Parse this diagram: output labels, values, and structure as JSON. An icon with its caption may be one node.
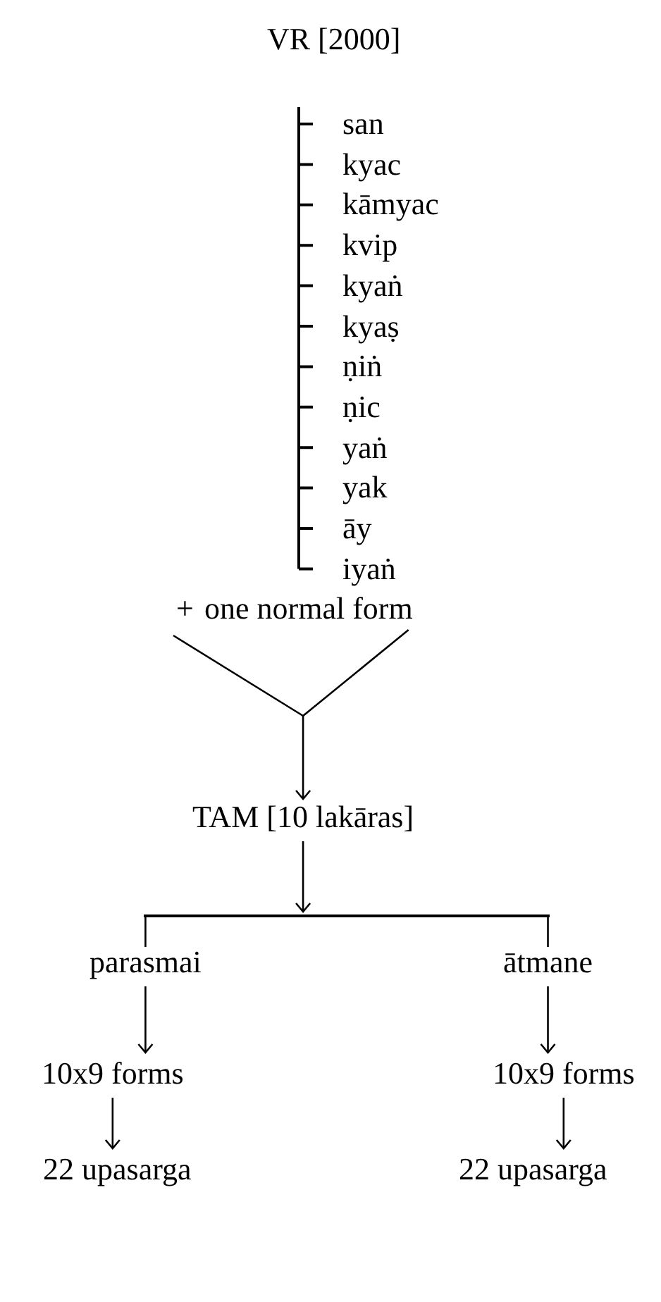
{
  "diagram": {
    "title": "VR [2000]",
    "nodes": [
      {
        "text": [
          "san"
        ]
      },
      {
        "text": [
          "kyac"
        ]
      },
      {
        "text": [
          "kāmyac"
        ]
      },
      {
        "text": [
          "kvip"
        ]
      },
      {
        "text": [
          "kyaṅ"
        ]
      },
      {
        "text": [
          "kyaṣ"
        ]
      },
      {
        "text": [
          "ṇiṅ"
        ]
      },
      {
        "text": [
          "ṇic"
        ]
      },
      {
        "text": [
          "yaṅ"
        ]
      },
      {
        "text": [
          "yak"
        ]
      },
      {
        "text": [
          "āy"
        ]
      },
      {
        "text": [
          "iyaṅ"
        ]
      },
      {
        "text": [
          "one normal form"
        ],
        "beside": [
          "+"
        ]
      },
      {
        "text": [
          "TAM [10 lakāras]"
        ]
      },
      {
        "text": [],
        "shape": "bar"
      },
      {
        "text": [
          "parasmai"
        ]
      },
      {
        "text": [
          "ātmane"
        ]
      },
      {
        "text": [
          "10x9 forms"
        ]
      },
      {
        "text": [
          "10x9 forms"
        ]
      },
      {
        "text": [
          "22 upasarga"
        ]
      },
      {
        "text": [
          "22 upasarga"
        ]
      }
    ],
    "edges": [
      {
        "from": 12,
        "to": 13,
        "arrow": "to"
      },
      {
        "from": 13,
        "to": 14,
        "arrow": "to"
      },
      {
        "from": 14,
        "to": 15,
        "arrow": "none"
      },
      {
        "from": 14,
        "to": 16,
        "arrow": "none"
      },
      {
        "from": 15,
        "to": 17,
        "arrow": "to"
      },
      {
        "from": 17,
        "to": 19,
        "arrow": "to"
      },
      {
        "from": 16,
        "to": 18,
        "arrow": "to"
      },
      {
        "from": 18,
        "to": 20,
        "arrow": "to"
      }
    ]
  }
}
